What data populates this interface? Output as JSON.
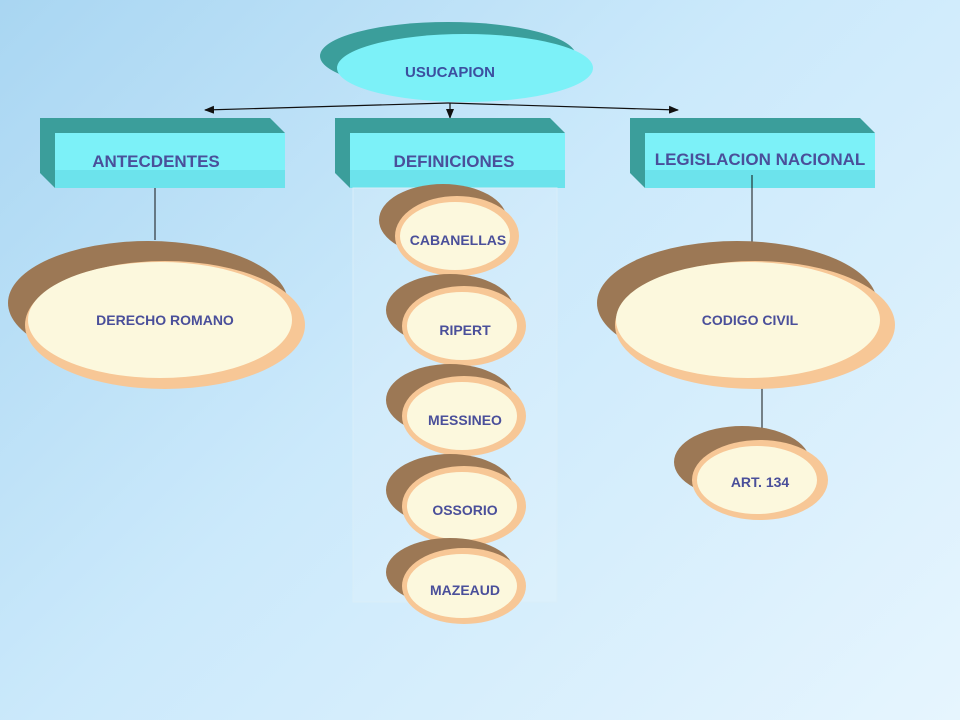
{
  "diagram": {
    "root": {
      "label": "USUCAPION"
    },
    "branches": [
      {
        "label": "ANTECDENTES"
      },
      {
        "label": "DEFINICIONES"
      },
      {
        "label": "LEGISLACION NACIONAL"
      }
    ],
    "antecedentes": {
      "label": "DERECHO ROMANO"
    },
    "definiciones": [
      "CABANELLAS",
      "RIPERT",
      "MESSINEO",
      "OSSORIO",
      "MAZEAUD"
    ],
    "legislacion": {
      "label": "CODIGO CIVIL",
      "article": "ART. 134"
    }
  },
  "colors": {
    "root_back": "#3b9e9b",
    "root_front": "#7cf1f8",
    "box_back": "#3b9e9b",
    "box_front": "#7cf1f8",
    "ellipse_back": "#9c7855",
    "ellipse_mid": "#f7c796",
    "ellipse_front": "#fcf8dd",
    "text": "#4a4f9a"
  }
}
